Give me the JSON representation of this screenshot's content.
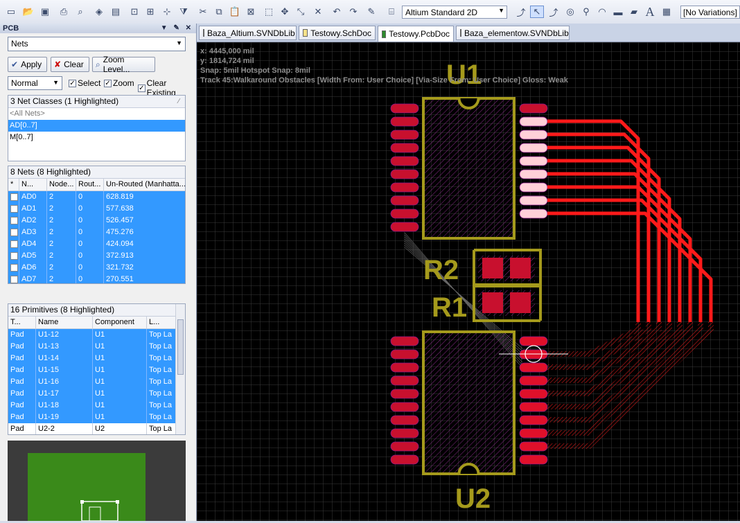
{
  "toolbar": {
    "view_mode": "Altium Standard 2D",
    "variations": "[No Variations]"
  },
  "panel": {
    "title": "PCB",
    "mode_combo": "Nets",
    "apply_label": "Apply",
    "clear_label": "Clear",
    "zoom_level_label": "Zoom Level...",
    "mask_mode": "Normal",
    "select_label": "Select",
    "zoom_label": "Zoom",
    "clear_existing_label": "Clear Existing",
    "net_classes": {
      "title": "3 Net Classes (1 Highlighted)",
      "items": [
        {
          "name": "<All Nets>",
          "selected": false,
          "muted": true
        },
        {
          "name": "AD[0..7]",
          "selected": true,
          "muted": false
        },
        {
          "name": "M[0..7]",
          "selected": false,
          "muted": false
        }
      ]
    },
    "nets": {
      "title": "8 Nets (8 Highlighted)",
      "columns": [
        "*",
        "N...",
        "Node...",
        "Rout...",
        "Un-Routed (Manhatta..."
      ],
      "rows": [
        {
          "name": "AD0",
          "nodes": "2",
          "routed": "0",
          "unrouted": "628.819"
        },
        {
          "name": "AD1",
          "nodes": "2",
          "routed": "0",
          "unrouted": "577.638"
        },
        {
          "name": "AD2",
          "nodes": "2",
          "routed": "0",
          "unrouted": "526.457"
        },
        {
          "name": "AD3",
          "nodes": "2",
          "routed": "0",
          "unrouted": "475.276"
        },
        {
          "name": "AD4",
          "nodes": "2",
          "routed": "0",
          "unrouted": "424.094"
        },
        {
          "name": "AD5",
          "nodes": "2",
          "routed": "0",
          "unrouted": "372.913"
        },
        {
          "name": "AD6",
          "nodes": "2",
          "routed": "0",
          "unrouted": "321.732"
        },
        {
          "name": "AD7",
          "nodes": "2",
          "routed": "0",
          "unrouted": "270.551"
        }
      ]
    },
    "primitives": {
      "title": "16 Primitives (8 Highlighted)",
      "columns": [
        "T...",
        "Name",
        "Component",
        "L..."
      ],
      "rows": [
        {
          "type": "Pad",
          "name": "U1-12",
          "component": "U1",
          "layer": "Top La",
          "selected": true
        },
        {
          "type": "Pad",
          "name": "U1-13",
          "component": "U1",
          "layer": "Top La",
          "selected": true
        },
        {
          "type": "Pad",
          "name": "U1-14",
          "component": "U1",
          "layer": "Top La",
          "selected": true
        },
        {
          "type": "Pad",
          "name": "U1-15",
          "component": "U1",
          "layer": "Top La",
          "selected": true
        },
        {
          "type": "Pad",
          "name": "U1-16",
          "component": "U1",
          "layer": "Top La",
          "selected": true
        },
        {
          "type": "Pad",
          "name": "U1-17",
          "component": "U1",
          "layer": "Top La",
          "selected": true
        },
        {
          "type": "Pad",
          "name": "U1-18",
          "component": "U1",
          "layer": "Top La",
          "selected": true
        },
        {
          "type": "Pad",
          "name": "U1-19",
          "component": "U1",
          "layer": "Top La",
          "selected": true
        },
        {
          "type": "Pad",
          "name": "U2-2",
          "component": "U2",
          "layer": "Top La",
          "selected": false
        }
      ]
    }
  },
  "tabs": [
    {
      "label": "Baza_Altium.SVNDbLib",
      "active": false
    },
    {
      "label": "Testowy.SchDoc",
      "active": false
    },
    {
      "label": "Testowy.PcbDoc",
      "active": true
    },
    {
      "label": "Baza_elementow.SVNDbLib",
      "active": false
    }
  ],
  "pcb": {
    "hud_x": "x:  4445,000  mil",
    "hud_y": "y:  1814,724  mil",
    "hud_snap": "Snap: 5mil Hotspot Snap: 8mil",
    "hud_track": "Track 45:Walkaround Obstacles [Width From: User Choice] [Via-Size From: User Choice] Gloss: Weak",
    "designators": {
      "u1": "U1",
      "u2": "U2",
      "r1": "R1",
      "r2": "R2"
    },
    "colors": {
      "board": "#000000",
      "grid": "#3a3a3a",
      "pad": "#c8102e",
      "track": "#ff1a1a",
      "silk": "#a59a1c",
      "highlight": "#ffd0d8"
    }
  }
}
